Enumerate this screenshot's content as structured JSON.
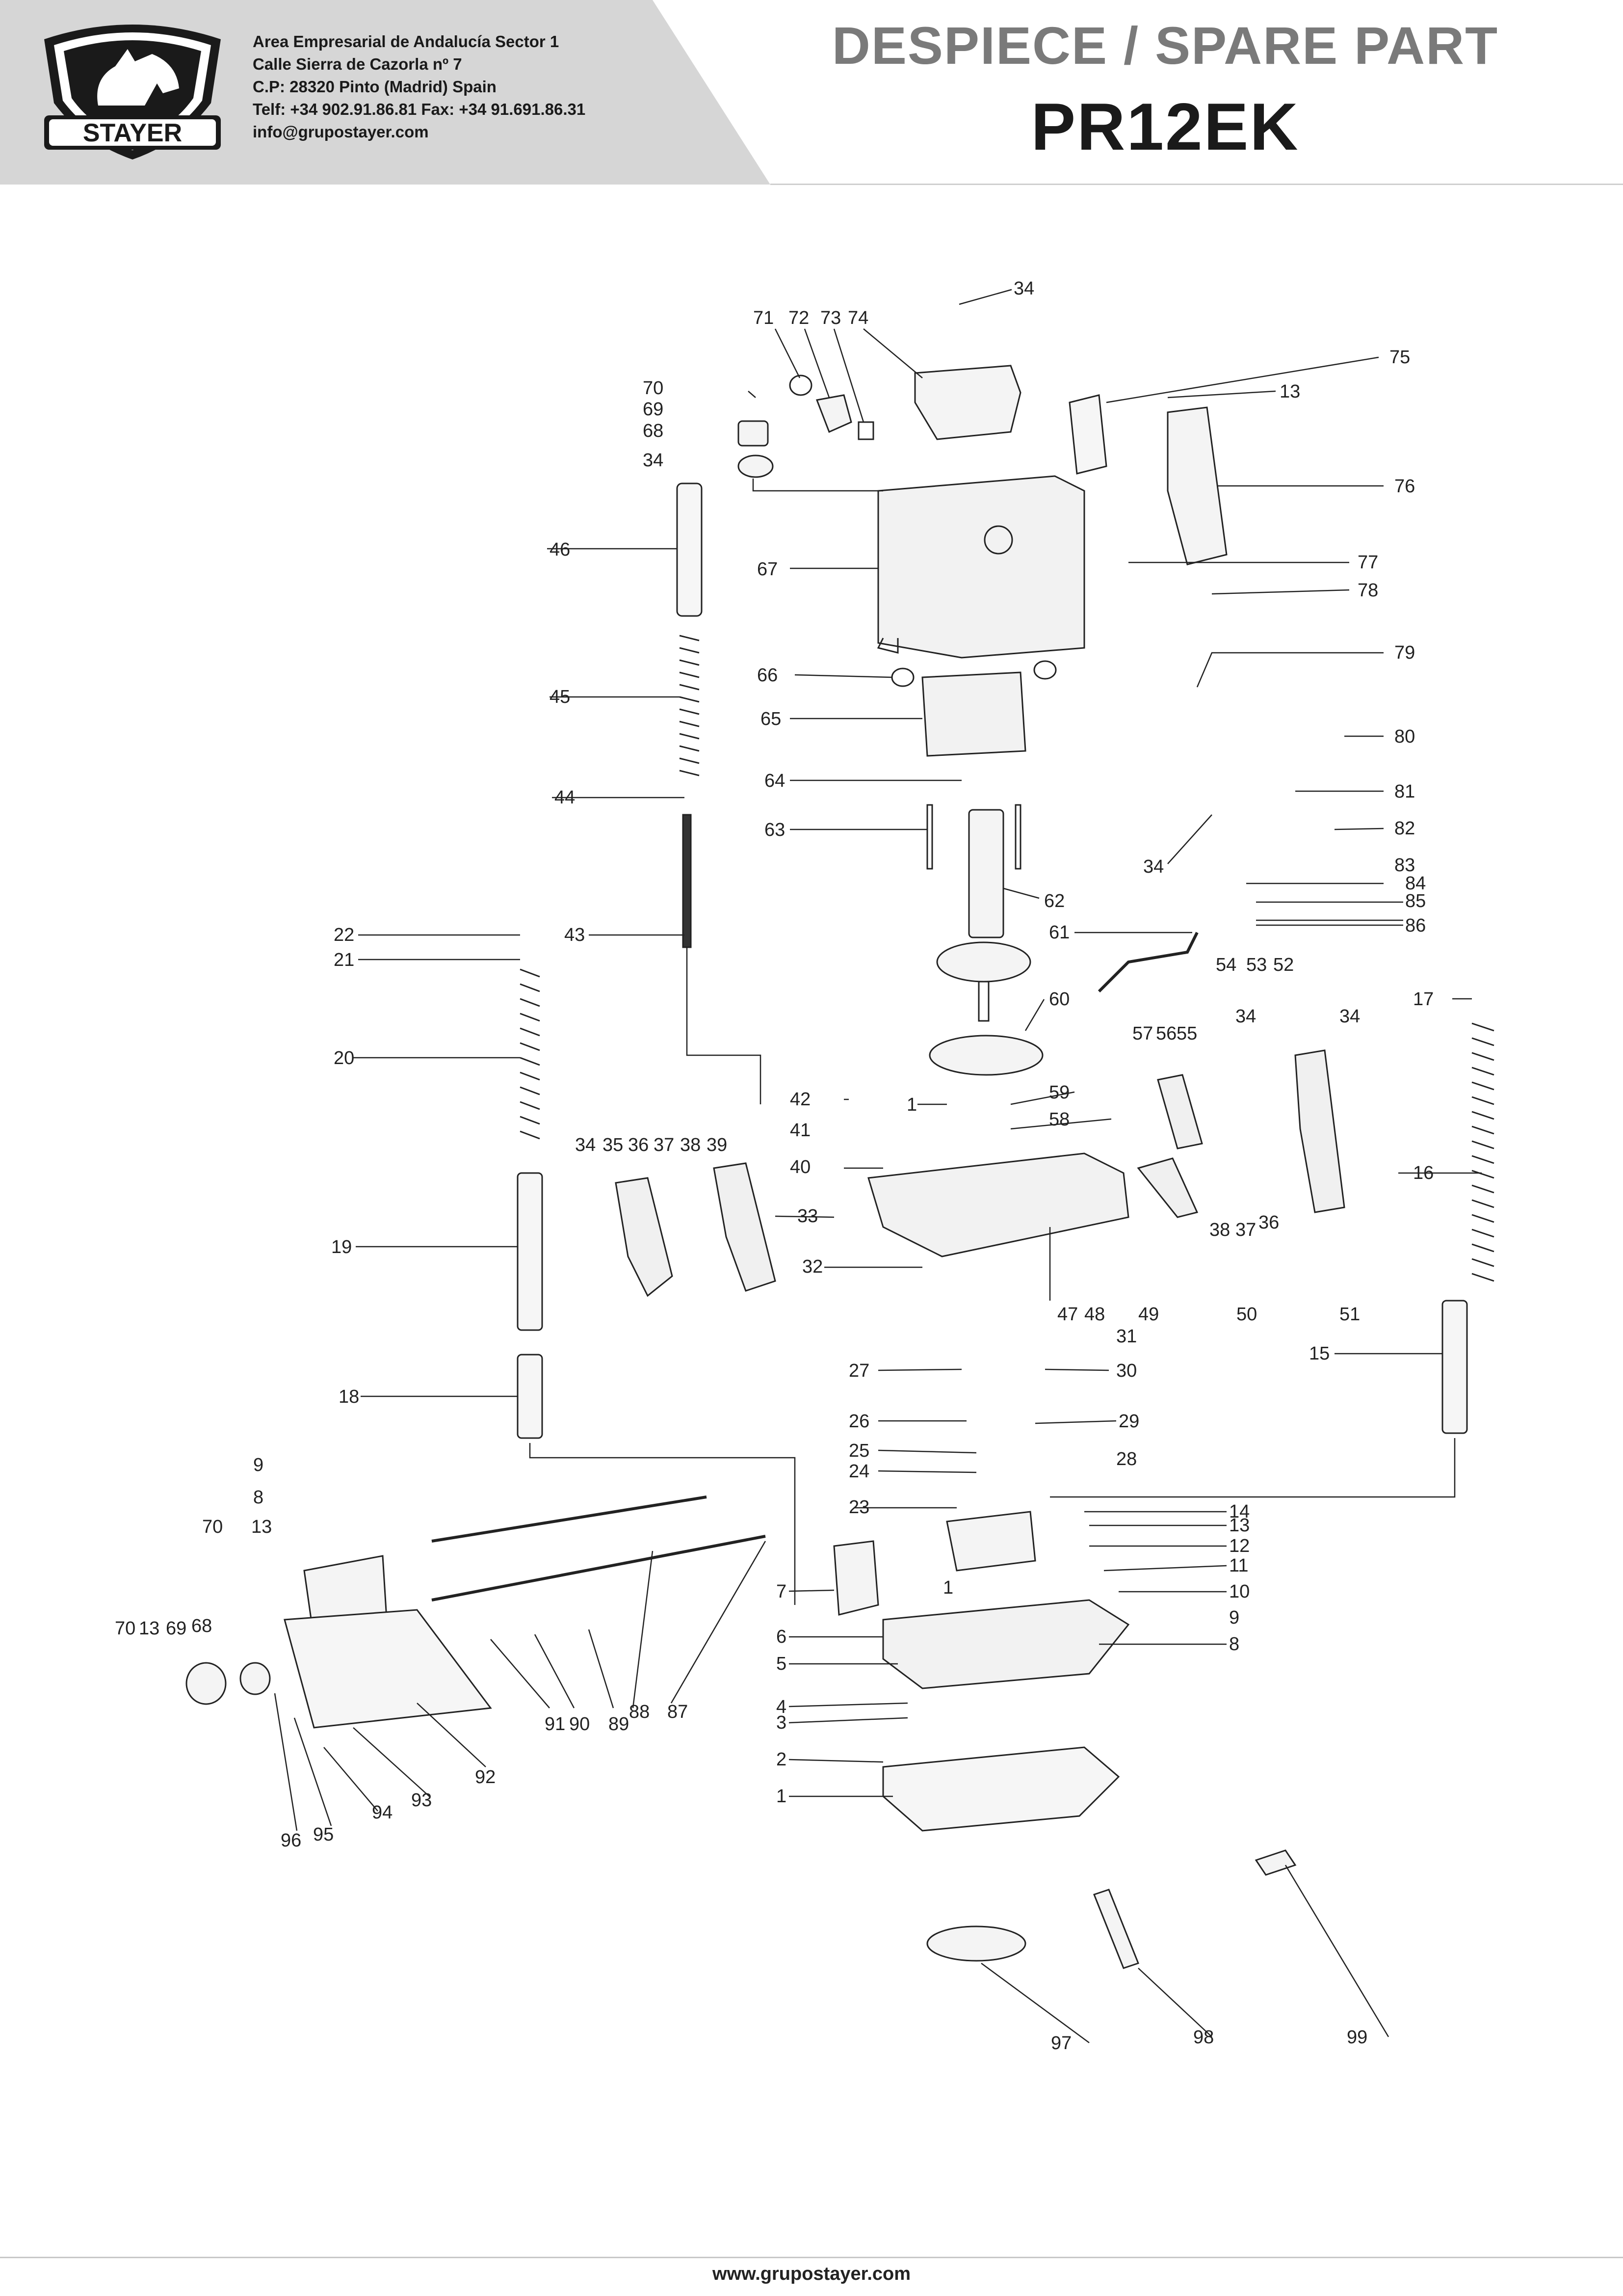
{
  "header": {
    "brand": "STAYER",
    "company_lines": [
      "Area Empresarial de Andalucía Sector 1",
      "Calle Sierra de Cazorla nº 7",
      "C.P: 28320 Pinto (Madrid) Spain",
      "Telf: +34 902.91.86.81 Fax: +34 91.691.86.31",
      "info@grupostayer.com"
    ],
    "title": "DESPIECE / SPARE PART",
    "model": "PR12EK"
  },
  "footer": {
    "url": "www.grupostayer.com"
  },
  "colors": {
    "header_band": "#d6d6d6",
    "title_gray": "#7a7a7a",
    "ink": "#1a1a1a"
  },
  "part_labels": [
    {
      "text": "34"
    },
    {
      "text": "71"
    },
    {
      "text": "72"
    },
    {
      "text": "73"
    },
    {
      "text": "74"
    },
    {
      "text": "75"
    },
    {
      "text": "70"
    },
    {
      "text": "13"
    },
    {
      "text": "69"
    },
    {
      "text": "68"
    },
    {
      "text": "34"
    },
    {
      "text": "76"
    },
    {
      "text": "46"
    },
    {
      "text": "67"
    },
    {
      "text": "77"
    },
    {
      "text": "78"
    },
    {
      "text": "79"
    },
    {
      "text": "66"
    },
    {
      "text": "45"
    },
    {
      "text": "65"
    },
    {
      "text": "80"
    },
    {
      "text": "64"
    },
    {
      "text": "44"
    },
    {
      "text": "81"
    },
    {
      "text": "63"
    },
    {
      "text": "82"
    },
    {
      "text": "34"
    },
    {
      "text": "83"
    },
    {
      "text": "84"
    },
    {
      "text": "85"
    },
    {
      "text": "62"
    },
    {
      "text": "86"
    },
    {
      "text": "22"
    },
    {
      "text": "43"
    },
    {
      "text": "21"
    },
    {
      "text": "61"
    },
    {
      "text": "54"
    },
    {
      "text": "53"
    },
    {
      "text": "52"
    },
    {
      "text": "17"
    },
    {
      "text": "20"
    },
    {
      "text": "60"
    },
    {
      "text": "34"
    },
    {
      "text": "34"
    },
    {
      "text": "57"
    },
    {
      "text": "56"
    },
    {
      "text": "55"
    },
    {
      "text": "42"
    },
    {
      "text": "59"
    },
    {
      "text": "1"
    },
    {
      "text": "41"
    },
    {
      "text": "58"
    },
    {
      "text": "34"
    },
    {
      "text": "35"
    },
    {
      "text": "36"
    },
    {
      "text": "37"
    },
    {
      "text": "38"
    },
    {
      "text": "39"
    },
    {
      "text": "40"
    },
    {
      "text": "16"
    },
    {
      "text": "33"
    },
    {
      "text": "38"
    },
    {
      "text": "37"
    },
    {
      "text": "36"
    },
    {
      "text": "19"
    },
    {
      "text": "32"
    },
    {
      "text": "47"
    },
    {
      "text": "48"
    },
    {
      "text": "49"
    },
    {
      "text": "50"
    },
    {
      "text": "51"
    },
    {
      "text": "31"
    },
    {
      "text": "15"
    },
    {
      "text": "27"
    },
    {
      "text": "30"
    },
    {
      "text": "18"
    },
    {
      "text": "26"
    },
    {
      "text": "29"
    },
    {
      "text": "25"
    },
    {
      "text": "28"
    },
    {
      "text": "24"
    },
    {
      "text": "9"
    },
    {
      "text": "23"
    },
    {
      "text": "14"
    },
    {
      "text": "8"
    },
    {
      "text": "70"
    },
    {
      "text": "13"
    },
    {
      "text": "13"
    },
    {
      "text": "12"
    },
    {
      "text": "7"
    },
    {
      "text": "1"
    },
    {
      "text": "11"
    },
    {
      "text": "10"
    },
    {
      "text": "70"
    },
    {
      "text": "13"
    },
    {
      "text": "69"
    },
    {
      "text": "68"
    },
    {
      "text": "9"
    },
    {
      "text": "6"
    },
    {
      "text": "8"
    },
    {
      "text": "5"
    },
    {
      "text": "87"
    },
    {
      "text": "88"
    },
    {
      "text": "89"
    },
    {
      "text": "90"
    },
    {
      "text": "91"
    },
    {
      "text": "4"
    },
    {
      "text": "3"
    },
    {
      "text": "92"
    },
    {
      "text": "2"
    },
    {
      "text": "93"
    },
    {
      "text": "94"
    },
    {
      "text": "1"
    },
    {
      "text": "95"
    },
    {
      "text": "96"
    },
    {
      "text": "97"
    },
    {
      "text": "98"
    },
    {
      "text": "99"
    }
  ]
}
